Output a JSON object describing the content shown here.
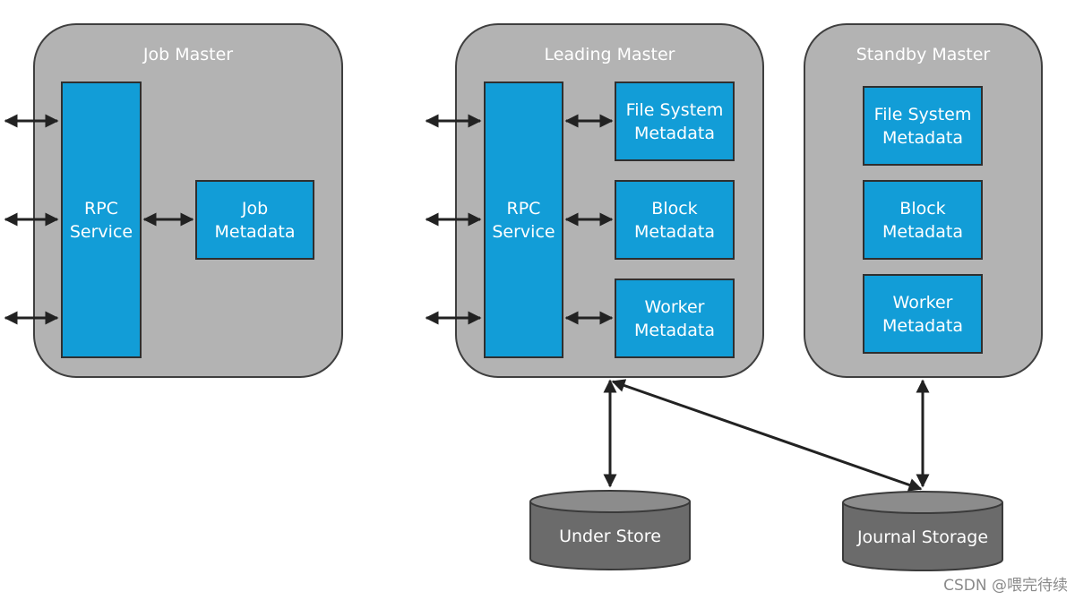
{
  "job_master": {
    "title": "Job Master",
    "rpc_service": "RPC\nService",
    "job_metadata": "Job\nMetadata"
  },
  "leading_master": {
    "title": "Leading Master",
    "rpc_service": "RPC\nService",
    "file_system_metadata": "File System\nMetadata",
    "block_metadata": "Block\nMetadata",
    "worker_metadata": "Worker\nMetadata"
  },
  "standby_master": {
    "title": "Standby Master",
    "file_system_metadata": "File System\nMetadata",
    "block_metadata": "Block\nMetadata",
    "worker_metadata": "Worker\nMetadata"
  },
  "storage": {
    "under_store": "Under Store",
    "journal_storage": "Journal Storage"
  },
  "watermark": "CSDN @喂完待续",
  "colors": {
    "panel_fill": "#b3b3b3",
    "box_fill": "#129dd7",
    "cylinder_fill": "#6b6b6b",
    "arrow": "#222222"
  }
}
